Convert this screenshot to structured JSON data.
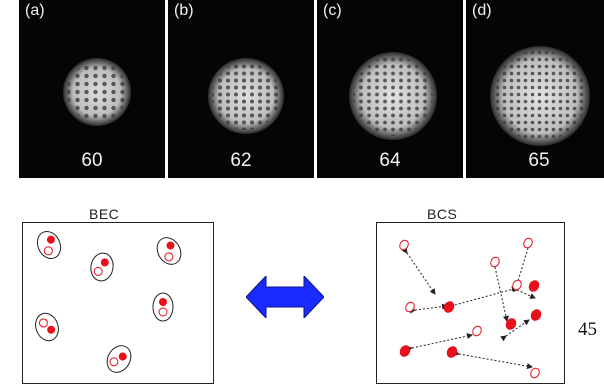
{
  "panels": [
    {
      "label": "(a)",
      "value": "60"
    },
    {
      "label": "(b)",
      "value": "62"
    },
    {
      "label": "(c)",
      "value": "64"
    },
    {
      "label": "(d)",
      "value": "65"
    }
  ],
  "bec": {
    "title": "BEC"
  },
  "bcs": {
    "title": "BCS"
  },
  "page_number": "45",
  "colors": {
    "particle_fill": "#e8101a",
    "arrow_blue": "#1a2bff",
    "background_dark": "#050505"
  }
}
